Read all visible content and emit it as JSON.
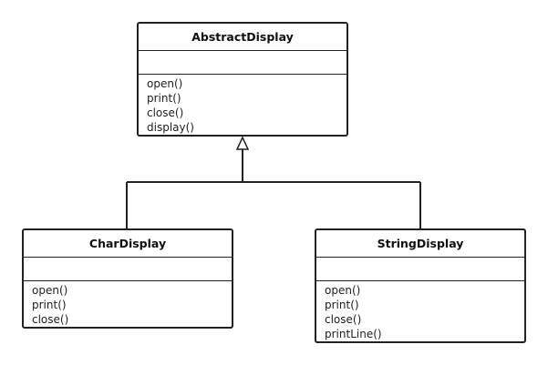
{
  "classes": {
    "abstract_display": {
      "name": "AbstractDisplay",
      "methods": [
        "open()",
        "print()",
        "close()",
        "display()"
      ]
    },
    "char_display": {
      "name": "CharDisplay",
      "methods": [
        "open()",
        "print()",
        "close()"
      ]
    },
    "string_display": {
      "name": "StringDisplay",
      "methods": [
        "open()",
        "print()",
        "close()",
        "printLine()"
      ]
    }
  },
  "relationships": [
    {
      "type": "generalization",
      "from": "CharDisplay",
      "to": "AbstractDisplay"
    },
    {
      "type": "generalization",
      "from": "StringDisplay",
      "to": "AbstractDisplay"
    }
  ]
}
